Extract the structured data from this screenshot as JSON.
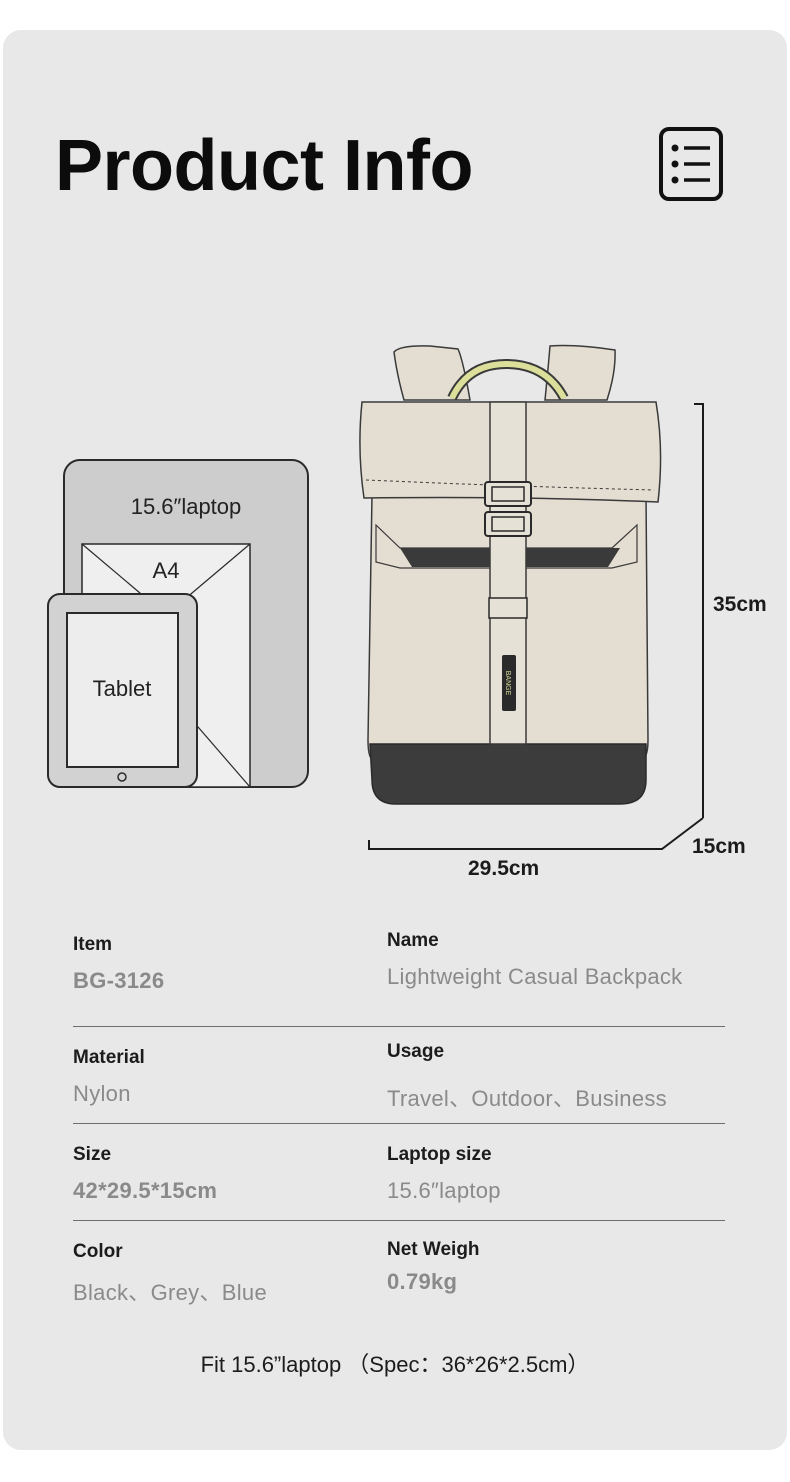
{
  "header": {
    "title": "Product Info",
    "icon": "list-icon"
  },
  "illustration": {
    "laptop_label": "15.6″laptop",
    "a4_label": "A4",
    "tablet_label": "Tablet",
    "brand_tag": "BANGE",
    "dimensions": {
      "height": "35cm",
      "width": "29.5cm",
      "depth": "15cm"
    }
  },
  "specs": [
    {
      "left": {
        "label": "Item",
        "value": "BG-3126",
        "bold": true
      },
      "right": {
        "label": "Name",
        "value": "Lightweight Casual Backpack",
        "bold": false
      }
    },
    {
      "left": {
        "label": "Material",
        "value": "Nylon",
        "bold": false
      },
      "right": {
        "label": "Usage",
        "value": "Travel、Outdoor、Business",
        "bold": false
      }
    },
    {
      "left": {
        "label": "Size",
        "value": "42*29.5*15cm",
        "bold": true
      },
      "right": {
        "label": "Laptop size",
        "value": "15.6″laptop",
        "bold": false
      }
    },
    {
      "left": {
        "label": "Color",
        "value": "Black、Grey、Blue",
        "bold": false
      },
      "right": {
        "label": "Net Weigh",
        "value": "0.79kg",
        "bold": true
      }
    }
  ],
  "footer": {
    "note": "Fit 15.6”laptop （Spec：36*26*2.5cm）"
  },
  "colors": {
    "card_bg": "#e8e8e8",
    "backpack_body": "#e4ded2",
    "backpack_base": "#3a3a3a",
    "handle_accent": "#dcdf9a"
  }
}
